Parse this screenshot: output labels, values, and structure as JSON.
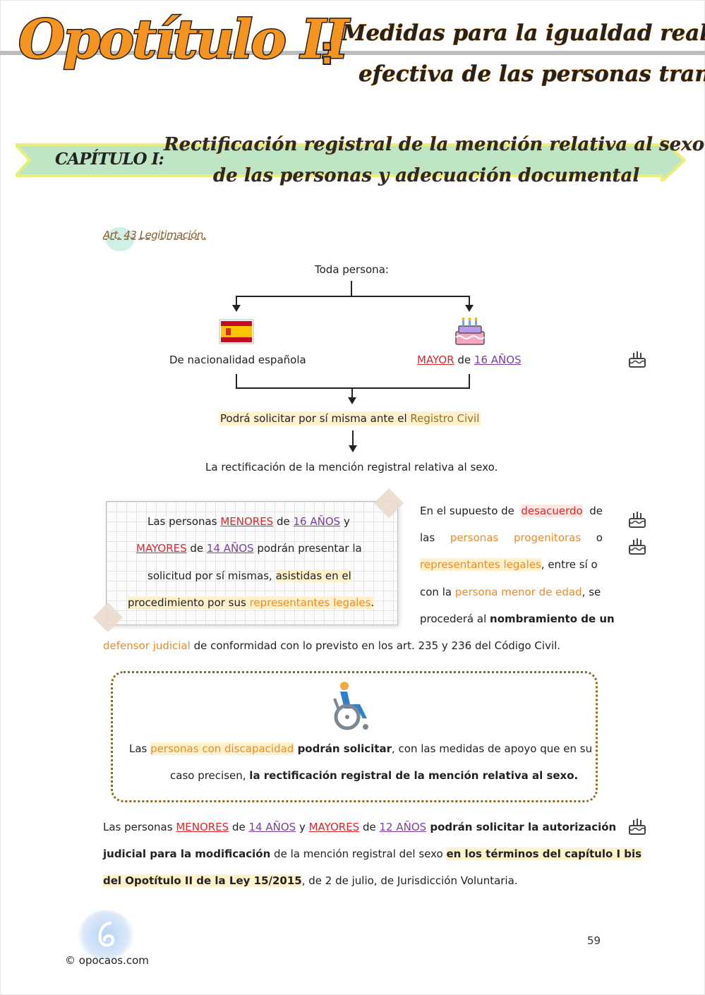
{
  "header": {
    "title": "Opotítulo II",
    "colon": ":",
    "subtitle_line1": "Medidas para la igualdad real y",
    "subtitle_line2": "efectiva de las personas trans"
  },
  "chapter": {
    "label": "CAPÍTULO I:",
    "title_line1": "Rectificación registral de la mención relativa al sexo",
    "title_line2": "de las personas y adecuación documental"
  },
  "article": {
    "title": "Art. 43 Legitimación."
  },
  "flow": {
    "top": "Toda persona:",
    "left": "De nacionalidad española",
    "right_1": "MAYOR",
    "right_2": " de ",
    "right_3": "16 AÑOS",
    "middle_1": "Podrá solicitar por sí misma ante el ",
    "middle_2": "Registro Civil",
    "bottom": "La rectificación de la mención registral relativa al sexo."
  },
  "note": {
    "l1a": "Las personas ",
    "l1b": "MENORES",
    "l1c": " de ",
    "l1d": "16 AÑOS",
    "l1e": " y",
    "l2a": "MAYORES",
    "l2b": " de ",
    "l2c": "14 AÑOS",
    "l2d": " podrán presentar la",
    "l3a": "solicitud por sí mismas, ",
    "l3b": "asistidas en el",
    "l4a": "procedimiento por sus ",
    "l4b": "representantes legales",
    "l4c": "."
  },
  "side": {
    "l1a": "En el supuesto de ",
    "l1b": "desacuerdo",
    "l1c": " de",
    "l2a": "las",
    "l2b": "personas",
    "l2c": "progenitoras",
    "l2d": "o",
    "l3a": "representantes legales",
    "l3b": ", entre sí o",
    "l4a": "con la ",
    "l4b": "persona menor de edad",
    "l4c": ", se",
    "l5a": "procederá al ",
    "l5b": "nombramiento de un",
    "l6a": "defensor judicial",
    "l6b": " de conformidad con lo previsto en los art. 235 y 236 del Código Civil."
  },
  "disability": {
    "l1a": "Las ",
    "l1b": "personas con discapacidad",
    "l1c": " podrán solicitar",
    "l1d": ", con las medidas de apoyo que en su",
    "l2a": "caso precisen, ",
    "l2b": "la rectificación registral de la mención relativa al sexo."
  },
  "minors": {
    "l1a": "Las personas ",
    "l1b": "MENORES",
    "l1c": " de ",
    "l1d": "14 AÑOS",
    "l1e": " y ",
    "l1f": "MAYORES",
    "l1g": " de ",
    "l1h": "12 AÑOS",
    "l1i": " podrán solicitar la autorización",
    "l2a": "judicial para la modificación",
    "l2b": " de la mención registral del sexo ",
    "l2c": "en los términos del capítulo I bis",
    "l3a": "del Opotítulo II de la Ley 15/2015",
    "l3b": ", de 2 de julio, de Jurisdicción Voluntaria."
  },
  "footer": {
    "page": "59",
    "copyright": "© opocaos.com"
  },
  "colors": {
    "orange": "#f7941d",
    "red": "#e0262b",
    "purple": "#7b3fa0",
    "highlight": "#fff1cc",
    "banner": "#bfe6c4"
  }
}
